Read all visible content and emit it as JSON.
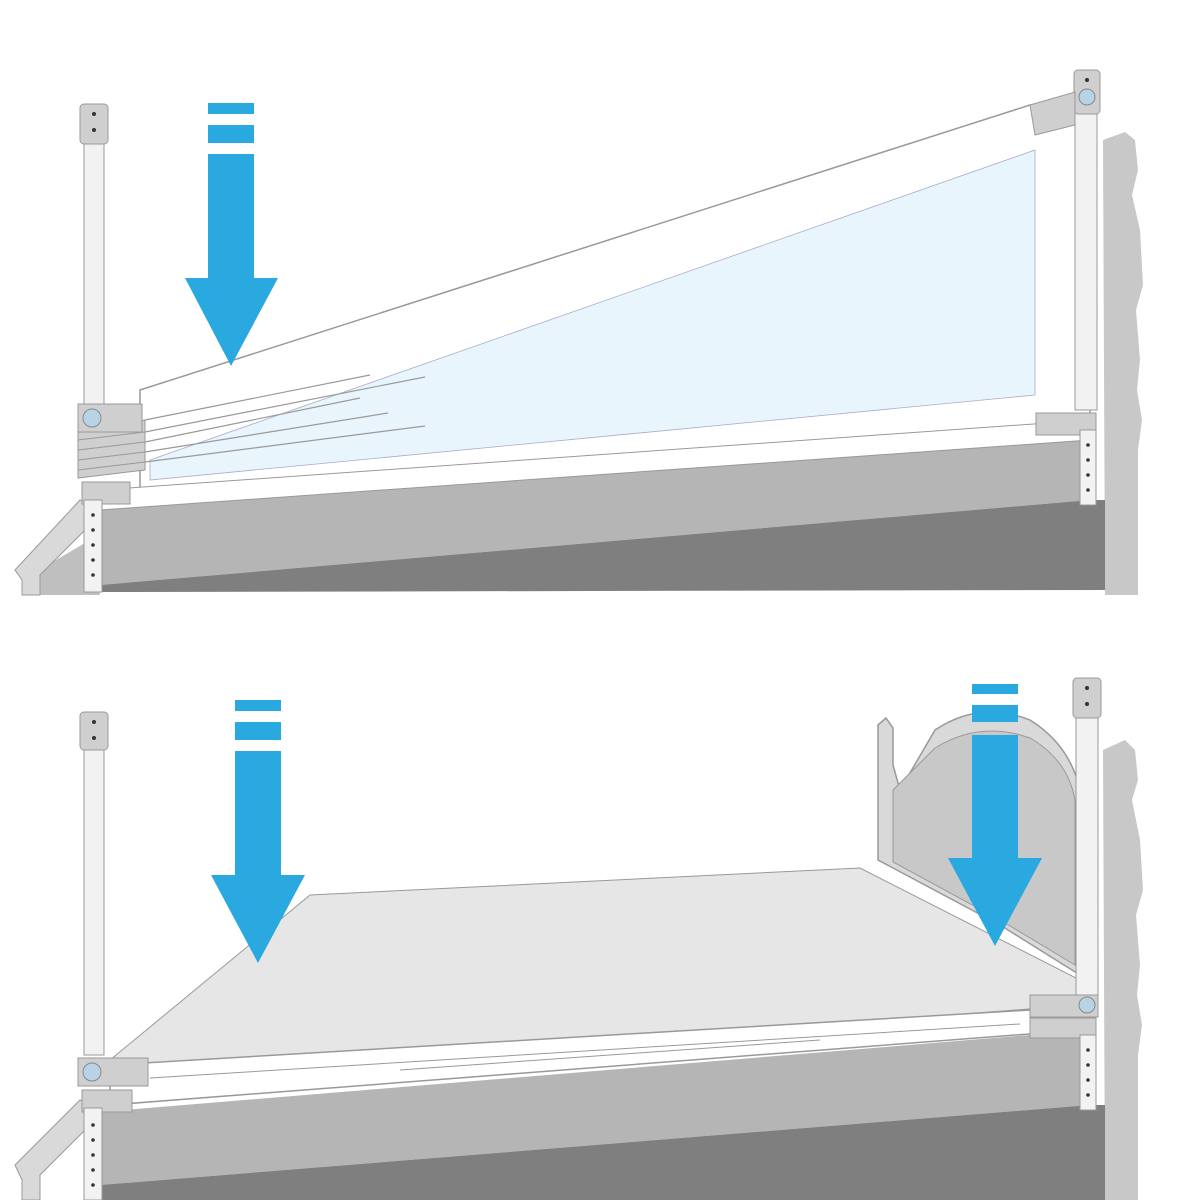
{
  "colors": {
    "background": "#ffffff",
    "arrow": "#2aa8e0",
    "bed_top": "#b5b5b5",
    "bed_side": "#7f7f7f",
    "bed_edge": "#000000",
    "frame_light": "#d9d9d9",
    "frame_mid": "#bfbfbf",
    "headboard": "#c8c8c8",
    "mesh": "#e8f5fc",
    "rail_white": "#ffffff",
    "rail_stroke": "#999999",
    "post": "#f2f2f2",
    "bracket": "#cfcfcf",
    "mattress_top": "#e6e6e6"
  },
  "panels": [
    {
      "id": "rail-raised",
      "description_state": "raised",
      "arrows": [
        "left-arrow"
      ]
    },
    {
      "id": "rail-lowered",
      "description_state": "lowered",
      "arrows": [
        "left-arrow",
        "right-arrow"
      ]
    }
  ],
  "icons": [
    "down-arrow-icon",
    "pivot-joint-icon",
    "bed-post-icon",
    "headboard-icon"
  ]
}
